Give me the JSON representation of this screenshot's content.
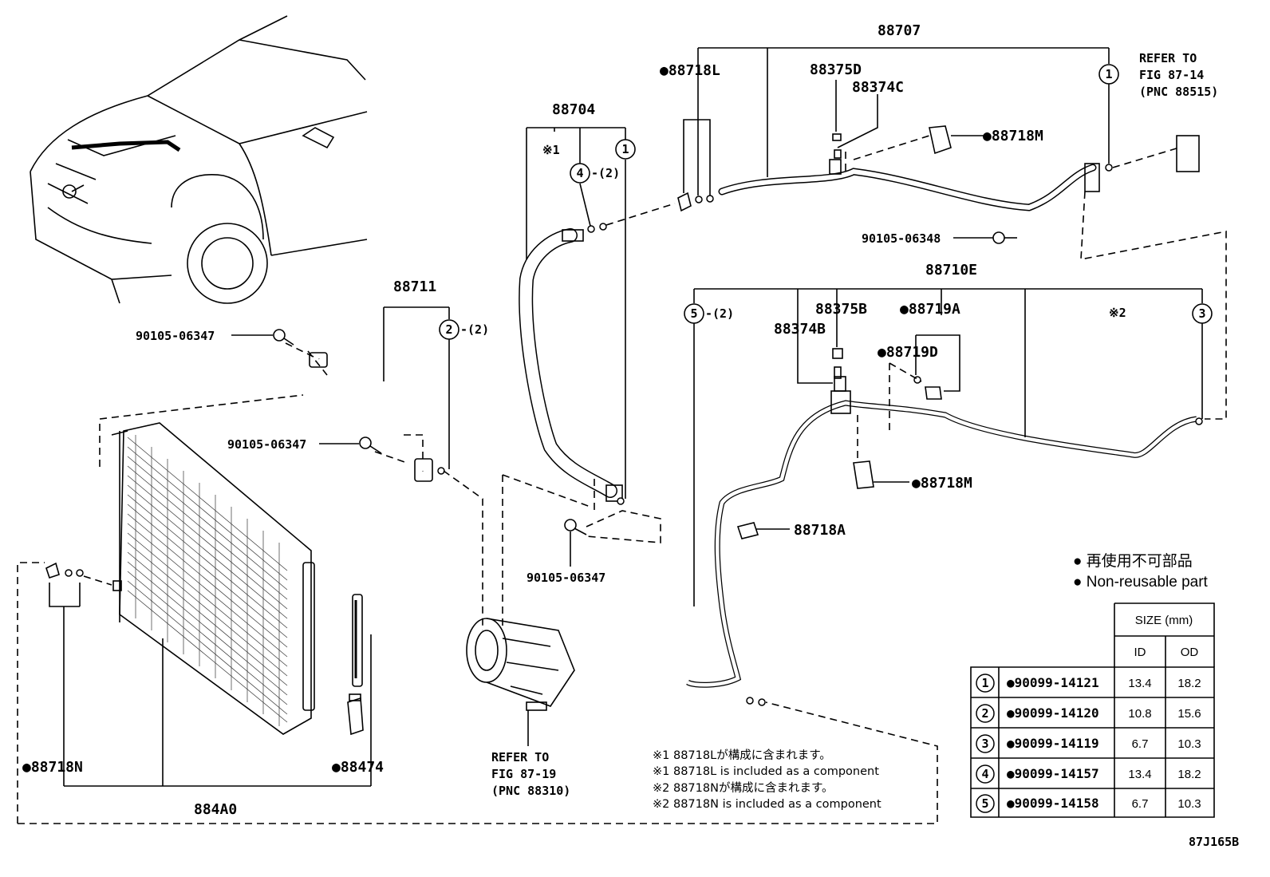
{
  "labels": {
    "p88707": "88707",
    "p88718L": "●88718L",
    "p88375D": "88375D",
    "p88374C": "88374C",
    "refer_1": "REFER TO",
    "refer_2": "FIG 87-14",
    "refer_3": "(PNC 88515)",
    "p88718M_top": "●88718M",
    "p88704": "88704",
    "mark1_88704": "※1",
    "c4_qty": "-(2)",
    "p90105_06348": "90105-06348",
    "p88710E": "88710E",
    "p88375B": "88375B",
    "p88719A": "●88719A",
    "p88374B": "88374B",
    "p88719D": "●88719D",
    "c5_qty": "-(2)",
    "mark2_88710E": "※2",
    "p88711": "88711",
    "c2_qty": "-(2)",
    "p90105_06347_a": "90105-06347",
    "p90105_06347_b": "90105-06347",
    "p90105_06347_c": "90105-06347",
    "p88718M_mid": "●88718M",
    "p88718A": "88718A",
    "p88718N": "●88718N",
    "p88474": "●88474",
    "p884A0": "884A0",
    "refer_comp_1": "REFER TO",
    "refer_comp_2": "FIG 87-19",
    "refer_comp_3": "(PNC 88310)",
    "diagram_code": "87J165B"
  },
  "circled": [
    "1",
    "2",
    "3",
    "4",
    "5"
  ],
  "legend": {
    "line_jp": "● 再使用不可部品",
    "line_en": "● Non-reusable part"
  },
  "notes": [
    "※1 88718Lが構成に含まれます。",
    "※1 88718L is included as a component",
    "※2 88718Nが構成に含まれます。",
    "※2 88718N is included as a component"
  ],
  "oring_table": {
    "size_header": "SIZE (mm)",
    "col_id": "ID",
    "col_od": "OD",
    "rows": [
      {
        "num": "1",
        "part": "●90099-14121",
        "id": "13.4",
        "od": "18.2"
      },
      {
        "num": "2",
        "part": "●90099-14120",
        "id": "10.8",
        "od": "15.6"
      },
      {
        "num": "3",
        "part": "●90099-14119",
        "id": "6.7",
        "od": "10.3"
      },
      {
        "num": "4",
        "part": "●90099-14157",
        "id": "13.4",
        "od": "18.2"
      },
      {
        "num": "5",
        "part": "●90099-14158",
        "id": "6.7",
        "od": "10.3"
      }
    ]
  }
}
